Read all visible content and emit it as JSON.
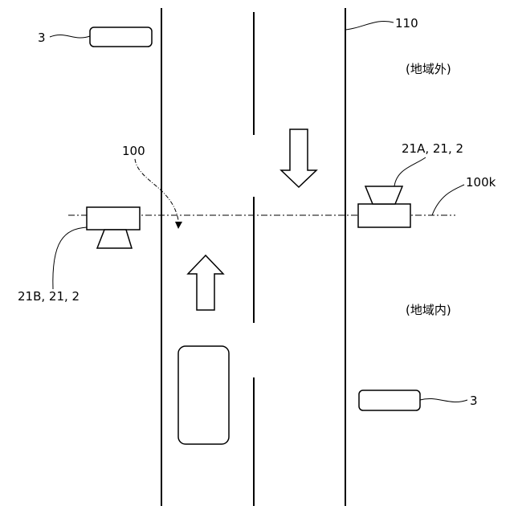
{
  "labels": {
    "ref_110": "110",
    "ref_100": "100",
    "ref_100k": "100k",
    "sign_top": "3",
    "sign_bottom": "3",
    "sensor_a": "21A, 21, 2",
    "sensor_b": "21B, 21, 2",
    "area_outside": "(地域外)",
    "area_inside": "(地域内)"
  },
  "colors": {
    "line": "#000000",
    "background": "#ffffff"
  }
}
